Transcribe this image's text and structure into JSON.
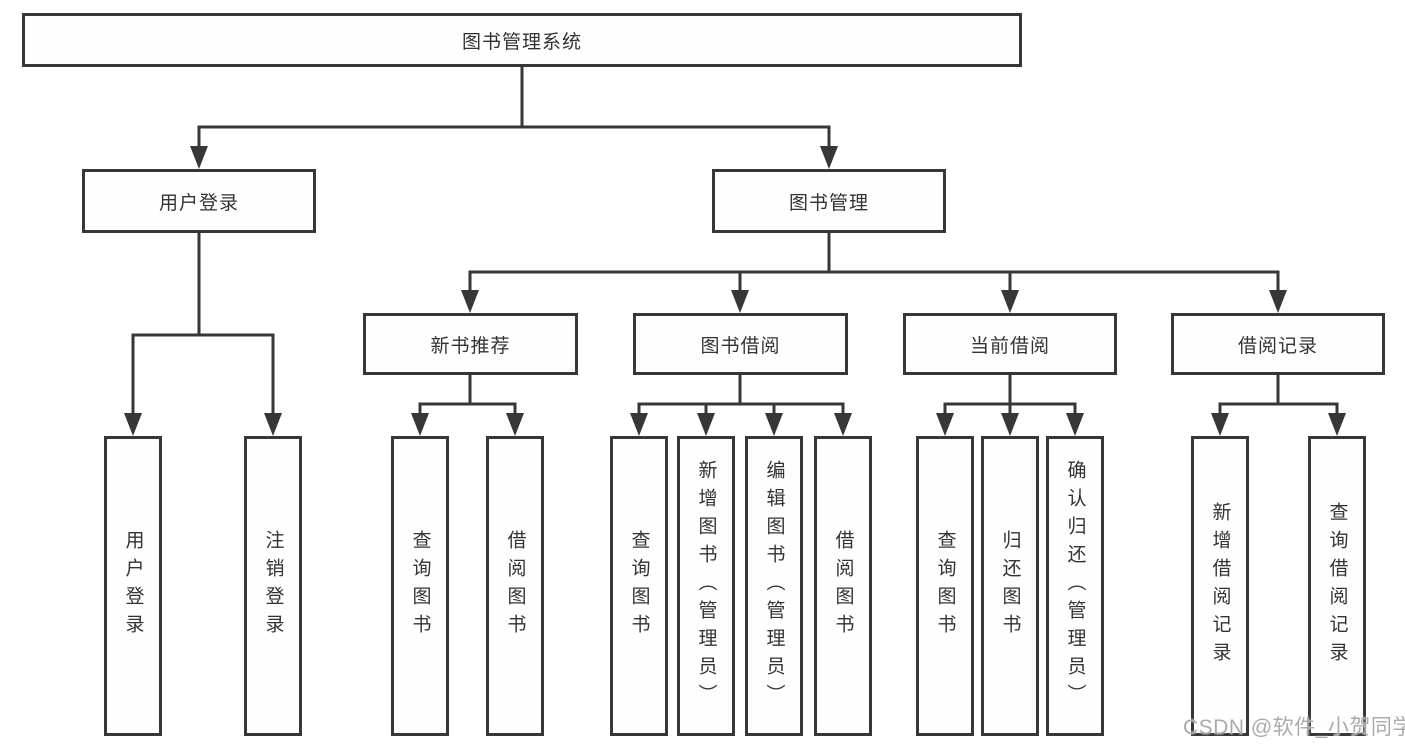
{
  "tree": {
    "root": {
      "label": "图书管理系统",
      "children": [
        {
          "label": "用户登录",
          "children": [
            {
              "label": "用户登录"
            },
            {
              "label": "注销登录"
            }
          ]
        },
        {
          "label": "图书管理",
          "children": [
            {
              "label": "新书推荐",
              "children": [
                {
                  "label": "查询图书"
                },
                {
                  "label": "借阅图书"
                }
              ]
            },
            {
              "label": "图书借阅",
              "children": [
                {
                  "label": "查询图书"
                },
                {
                  "label": "新增图书（管理员）"
                },
                {
                  "label": "编辑图书（管理员）"
                },
                {
                  "label": "借阅图书"
                }
              ]
            },
            {
              "label": "当前借阅",
              "children": [
                {
                  "label": "查询图书"
                },
                {
                  "label": "归还图书"
                },
                {
                  "label": "确认归还（管理员）"
                }
              ]
            },
            {
              "label": "借阅记录",
              "children": [
                {
                  "label": "新增借阅记录"
                },
                {
                  "label": "查询借阅记录"
                }
              ]
            }
          ]
        }
      ]
    }
  },
  "watermark": {
    "text": "CSDN @软件_小贺同学"
  },
  "colors": {
    "line": "#373737",
    "box_border": "#373737",
    "text": "#333333",
    "watermark": "#ababab",
    "background": "#ffffff"
  }
}
